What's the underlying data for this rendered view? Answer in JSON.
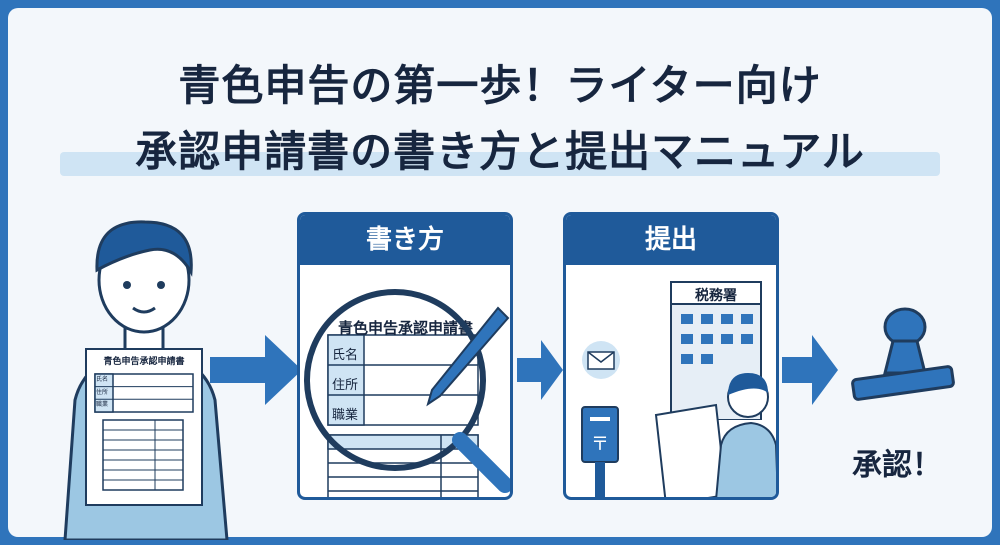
{
  "title": {
    "line1": "青色申告の第一歩！ライター向け",
    "line2": "承認申請書の書き方と提出マニュアル"
  },
  "left_form": {
    "title": "青色申告承認申請書",
    "fields": [
      "氏名",
      "住所",
      "職業"
    ]
  },
  "step1": {
    "header": "書き方",
    "form_title": "青色申告承認申請書",
    "fields": [
      "氏名",
      "住所",
      "職業"
    ]
  },
  "step2": {
    "header": "提出",
    "building_sign": "税務署"
  },
  "result": {
    "label": "承認！"
  },
  "colors": {
    "primary": "#1f5a9a",
    "accent": "#2f74bb",
    "highlight": "#cfe4f4",
    "text": "#17263f"
  },
  "icons": [
    "person-icon",
    "magnifier-icon",
    "pen-icon",
    "mail-icon",
    "postbox-icon",
    "building-icon",
    "stamp-icon",
    "arrow-right-icon"
  ]
}
